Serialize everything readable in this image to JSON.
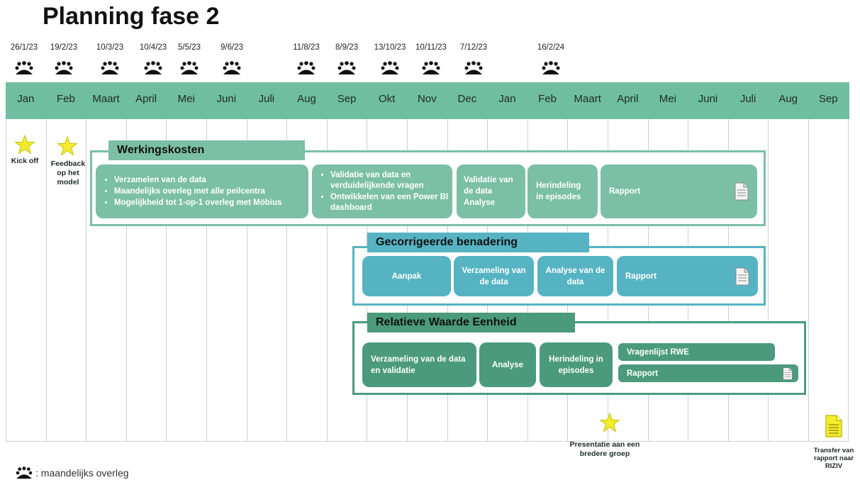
{
  "title": "Planning fase 2",
  "meetings": [
    "26/1/23",
    "19/2/23",
    "10/3/23",
    "10/4/23",
    "5/5/23",
    "9/6/23",
    "11/8/23",
    "8/9/23",
    "13/10/23",
    "10/11/23",
    "7/12/23",
    "16/2/24"
  ],
  "months": [
    "Jan",
    "Feb",
    "Maart",
    "April",
    "Mei",
    "Juni",
    "Juli",
    "Aug",
    "Sep",
    "Okt",
    "Nov",
    "Dec",
    "Jan",
    "Feb",
    "Maart",
    "April",
    "Mei",
    "Juni",
    "Juli",
    "Aug",
    "Sep"
  ],
  "milestones": {
    "kickoff": "Kick off",
    "feedback": "Feedback op het model",
    "presentatie": "Presentatie aan een bredere groep",
    "transfer": "Transfer van rapport naar RIZIV"
  },
  "werkingskosten": {
    "title": "Werkingskosten",
    "box1": [
      "Verzamelen van de data",
      "Maandelijks overleg met alle peilcentra",
      "Mogelijkheid tot 1-op-1 overleg met Möbius"
    ],
    "box2": [
      "Validatie van data en verduidelijkende vragen",
      "Ontwikkelen van een Power BI dashboard"
    ],
    "box3": "Validatie van de data Analyse",
    "box4": "Herindeling in episodes",
    "box5": "Rapport"
  },
  "gecorrigeerde": {
    "title": "Gecorrigeerde benadering",
    "box1": "Aanpak",
    "box2": "Verzameling van de data",
    "box3": "Analyse van de data",
    "box4": "Rapport"
  },
  "rwe": {
    "title": "Relatieve Waarde Eenheid",
    "box1": "Verzameling van de data en validatie",
    "box2": "Analyse",
    "box3": "Herindeling in episodes",
    "box4": "Vragenlijst RWE",
    "box5": "Rapport"
  },
  "legend": ": maandelijks overleg",
  "colors": {
    "header": "#6fbe9f",
    "werkingskosten": "#7bbfa6",
    "gecorrigeerde": "#56b3c2",
    "rwe": "#4b9a7e",
    "star": "#f2ec2c"
  }
}
